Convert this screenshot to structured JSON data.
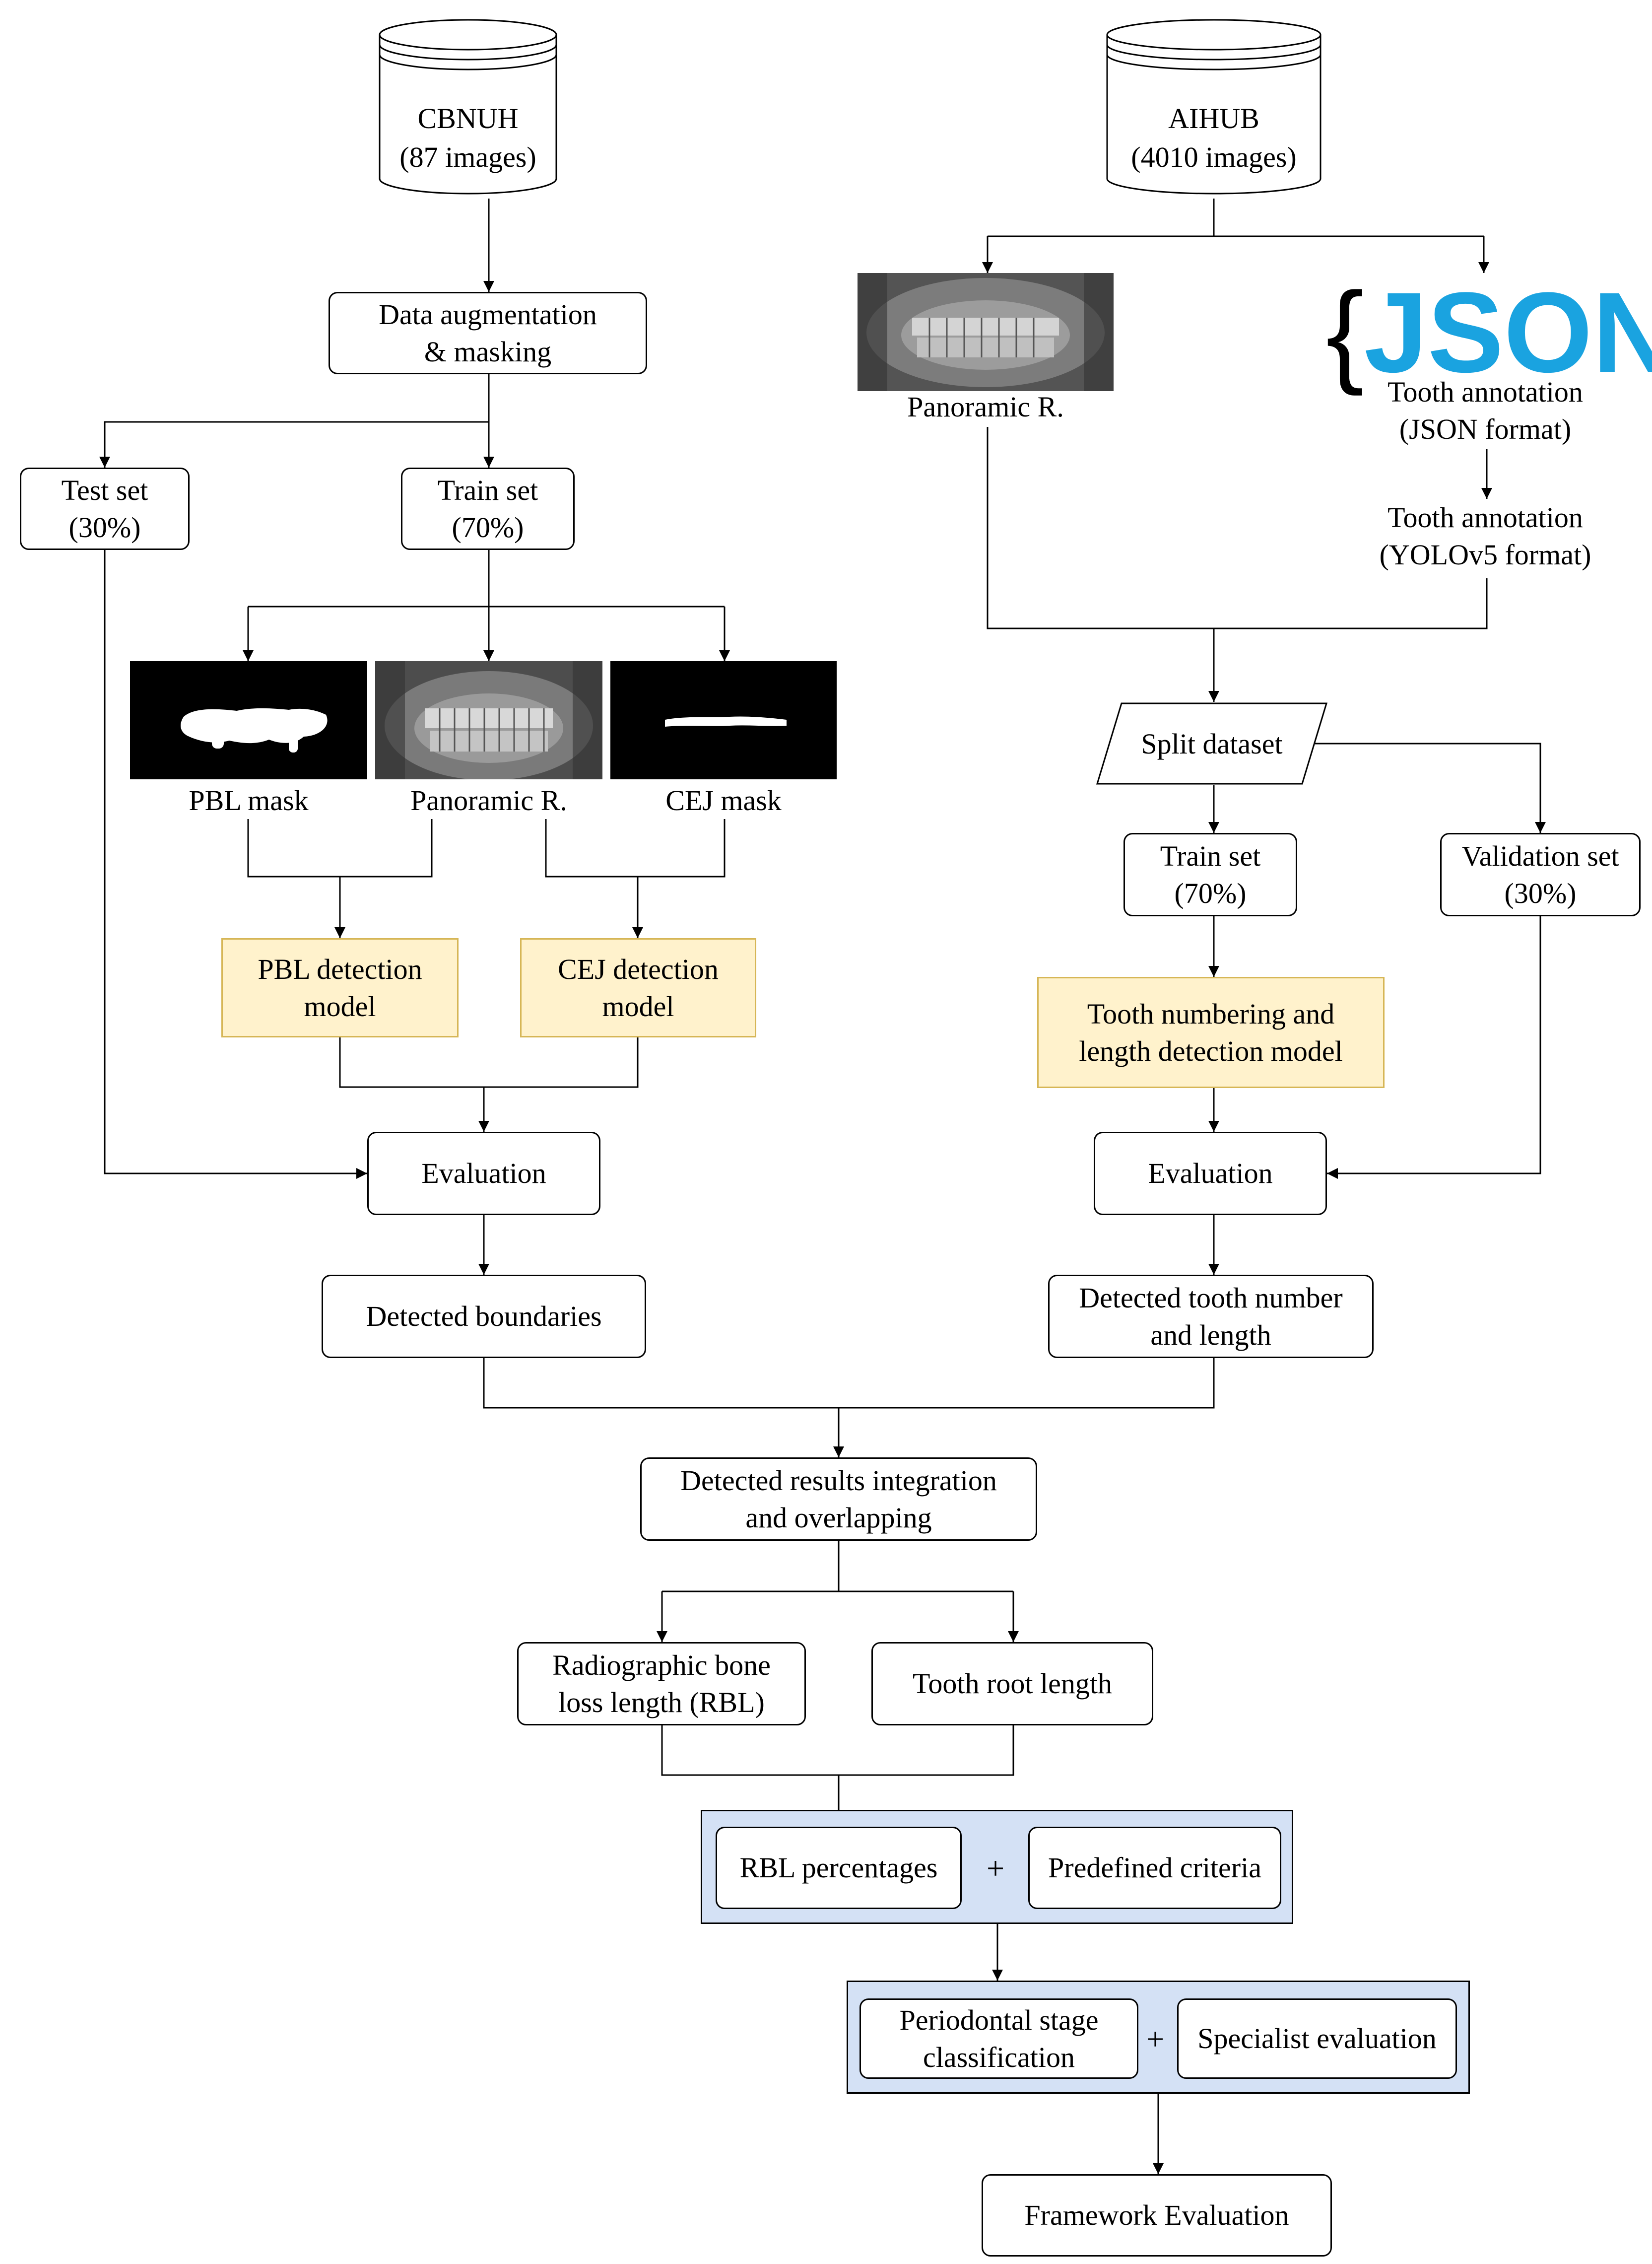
{
  "left": {
    "db": {
      "name": "CBNUH",
      "count": "(87 images)"
    },
    "augment": {
      "line1": "Data augmentation",
      "line2": "& masking"
    },
    "test": {
      "line1": "Test set",
      "line2": "(30%)"
    },
    "train": {
      "line1": "Train set",
      "line2": "(70%)"
    },
    "pbl_mask": "PBL mask",
    "pano": "Panoramic R.",
    "cej_mask": "CEJ mask",
    "pbl_model": {
      "line1": "PBL detection",
      "line2": "model"
    },
    "cej_model": {
      "line1": "CEJ detection",
      "line2": "model"
    },
    "evaluation": "Evaluation",
    "boundaries": "Detected boundaries"
  },
  "right": {
    "db": {
      "name": "AIHUB",
      "count": "(4010 images)"
    },
    "pano": "Panoramic R.",
    "json_logo": "JSON",
    "tooth_json": {
      "line1": "Tooth annotation",
      "line2": "(JSON format)"
    },
    "tooth_yolo": {
      "line1": "Tooth annotation",
      "line2": "(YOLOv5 format)"
    },
    "split": "Split dataset",
    "train": {
      "line1": "Train set",
      "line2": "(70%)"
    },
    "validation": {
      "line1": "Validation set",
      "line2": "(30%)"
    },
    "tooth_model": {
      "line1": "Tooth numbering and",
      "line2": "length detection model"
    },
    "evaluation": "Evaluation",
    "detected": {
      "line1": "Detected tooth number",
      "line2": "and length"
    }
  },
  "bottom": {
    "integration": {
      "line1": "Detected results integration",
      "line2": "and overlapping"
    },
    "rbl": {
      "line1": "Radiographic bone",
      "line2": "loss length (RBL)"
    },
    "root": "Tooth root length",
    "rbl_pct": "RBL percentages",
    "plus": "+",
    "criteria": "Predefined criteria",
    "stage": {
      "line1": "Periodontal stage",
      "line2": "classification"
    },
    "specialist": "Specialist evaluation",
    "framework": "Framework Evaluation"
  },
  "colors": {
    "model_fill": "#fff2cc",
    "model_border": "#d6b656",
    "group_fill": "#d4e1f5"
  }
}
